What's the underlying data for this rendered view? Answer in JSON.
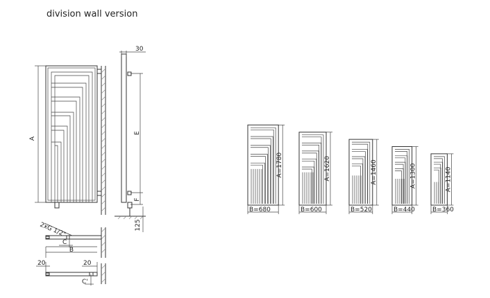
{
  "title": "division wall version",
  "labels": {
    "dim_30": "30",
    "dim_A": "A",
    "dim_E": "E",
    "dim_F": "F",
    "dim_125": "125",
    "connection": "2xG 1/2\"",
    "dim_C": "C",
    "dim_B": "B",
    "dim_20_left": "20",
    "dim_20_right": "20",
    "dim_C_prime": "C'"
  },
  "variants": [
    {
      "height_label": "A=1780",
      "width_label": "B=680",
      "height_mm": 1780,
      "width_mm": 680
    },
    {
      "height_label": "A=1620",
      "width_label": "B=600",
      "height_mm": 1620,
      "width_mm": 600
    },
    {
      "height_label": "A=1460",
      "width_label": "B=520",
      "height_mm": 1460,
      "width_mm": 520
    },
    {
      "height_label": "A=1300",
      "width_label": "B=440",
      "height_mm": 1300,
      "width_mm": 440
    },
    {
      "height_label": "A=1140",
      "width_label": "B=360",
      "height_mm": 1140,
      "width_mm": 360
    }
  ]
}
